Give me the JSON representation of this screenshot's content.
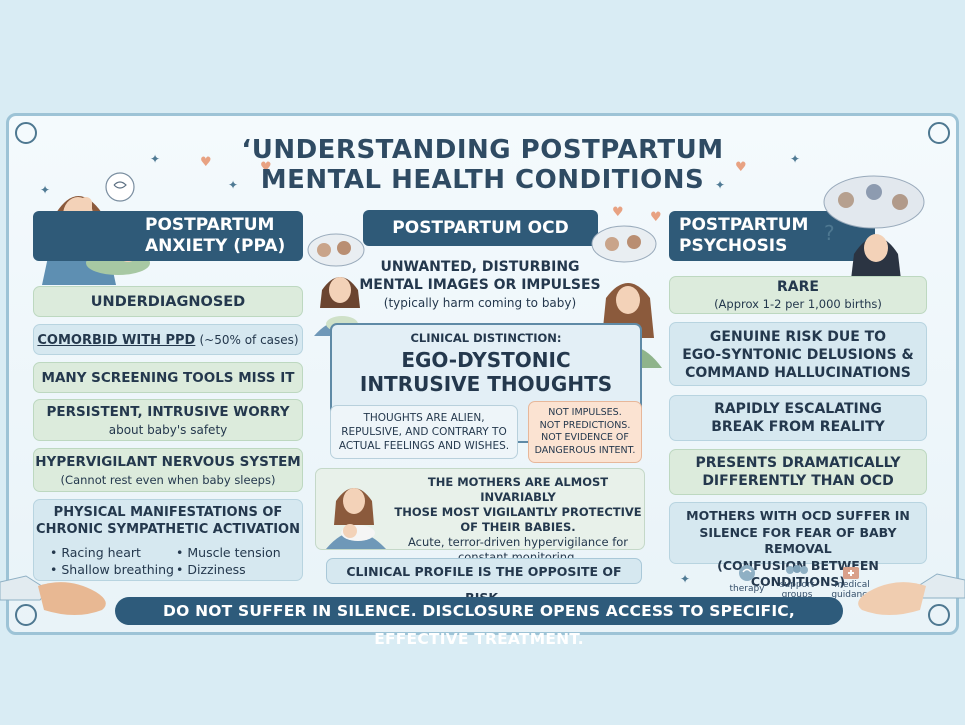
{
  "title": {
    "line1": "‘UNDERSTANDING POSTPARTUM",
    "line2": "MENTAL HEALTH CONDITIONS"
  },
  "columns": {
    "ppa": {
      "heading_line1": "POSTPARTUM",
      "heading_line2": "ANXIETY (PPA)",
      "cards": {
        "c1": "UNDERDIAGNOSED",
        "c2_main": "COMORBID WITH PPD",
        "c2_sub": "(~50% of cases)",
        "c3": "MANY SCREENING TOOLS MISS IT",
        "c4_main": "PERSISTENT, INTRUSIVE WORRY",
        "c4_sub": "about baby's safety",
        "c5_main": "HYPERVIGILANT NERVOUS SYSTEM",
        "c5_sub": "(Cannot rest even when baby sleeps)",
        "c6_line1": "PHYSICAL MANIFESTATIONS OF",
        "c6_line2": "CHRONIC SYMPATHETIC ACTIVATION",
        "symptoms": [
          "Racing heart",
          "Muscle tension",
          "Shallow breathing",
          "Dizziness"
        ]
      }
    },
    "ocd": {
      "heading": "POSTPARTUM OCD",
      "unwanted_line1": "UNWANTED, DISTURBING",
      "unwanted_line2": "MENTAL IMAGES OR IMPULSES",
      "unwanted_sub": "(typically harm coming to baby)",
      "distinction_label": "CLINICAL DISTINCTION:",
      "distinction_line1": "EGO-DYSTONIC",
      "distinction_line2": "INTRUSIVE THOUGHTS",
      "alien_line1": "THOUGHTS ARE ALIEN,",
      "alien_line2": "REPULSIVE, AND CONTRARY TO",
      "alien_line3": "ACTUAL FEELINGS AND WISHES.",
      "not_line1": "NOT IMPULSES.",
      "not_line2": "NOT PREDICTIONS.",
      "not_line3": "NOT EVIDENCE OF",
      "not_line4": "DANGEROUS INTENT.",
      "mothers_line1": "THE MOTHERS ARE ALMOST INVARIABLY",
      "mothers_line2": "THOSE MOST VIGILANTLY PROTECTIVE",
      "mothers_line3": "OF THEIR BABIES.",
      "mothers_sub1": "Acute, terror-driven hypervigilance for",
      "mothers_sub2": "constant monitoring.",
      "profile": "CLINICAL PROFILE IS THE OPPOSITE OF RISK."
    },
    "psychosis": {
      "heading_line1": "POSTPARTUM",
      "heading_line2": "PSYCHOSIS",
      "rare": "RARE",
      "rare_sub": "(Approx 1-2 per 1,000 births)",
      "risk_line1": "GENUINE RISK DUE TO",
      "risk_line2": "EGO-SYNTONIC DELUSIONS &",
      "risk_line3": "COMMAND HALLUCINATIONS",
      "esc_line1": "RAPIDLY ESCALATING",
      "esc_line2": "BREAK FROM REALITY",
      "pres_line1": "PRESENTS DRAMATICALLY",
      "pres_line2": "DIFFERENTLY THAN OCD",
      "silence_line1": "MOTHERS WITH OCD SUFFER IN",
      "silence_line2": "SILENCE FOR FEAR OF BABY REMOVAL",
      "silence_line3": "(CONFUSION BETWEEN CONDITIONS)",
      "icons": [
        "therapy",
        "support groups",
        "medical guidance"
      ]
    }
  },
  "footer": "DO NOT SUFFER IN SILENCE. DISCLOSURE OPENS ACCESS TO SPECIFIC, EFFECTIVE TREATMENT.",
  "colors": {
    "navy": "#2f5a78",
    "card_blue": "#d6e8f0",
    "card_green": "#dcebdc",
    "callout": "#fbe3d2"
  }
}
